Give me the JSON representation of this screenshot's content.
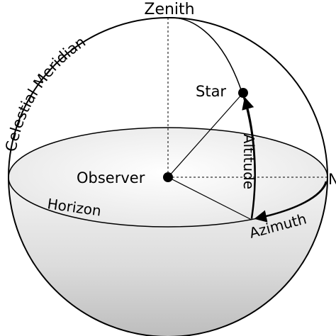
{
  "labels": {
    "zenith": "Zenith",
    "celestial_meridian": "Celestial Meridian",
    "star": "Star",
    "altitude": "Altitude",
    "observer": "Observer",
    "horizon": "Horizon",
    "azimuth": "Azimuth",
    "north": "N"
  },
  "colors": {
    "stroke": "#000000",
    "background": "#ffffff",
    "shade_light": "#f2f2f2",
    "shade_dark": "#bdbdbd"
  }
}
